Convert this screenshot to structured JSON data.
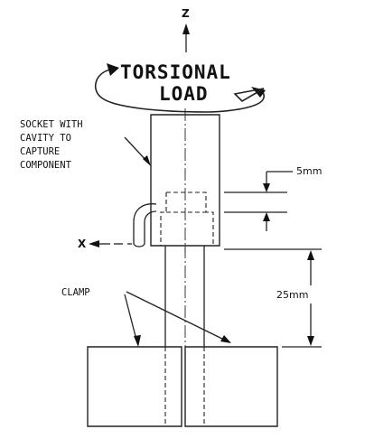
{
  "figure": {
    "axis_z": "Z",
    "axis_x": "X",
    "title_line1": "TORSIONAL",
    "title_line2": "LOAD",
    "socket_label": [
      "SOCKET WITH",
      "CAVITY TO",
      "CAPTURE",
      "COMPONENT"
    ],
    "clamp_label": "CLAMP",
    "dim_5": "5mm",
    "dim_25": "25mm"
  }
}
